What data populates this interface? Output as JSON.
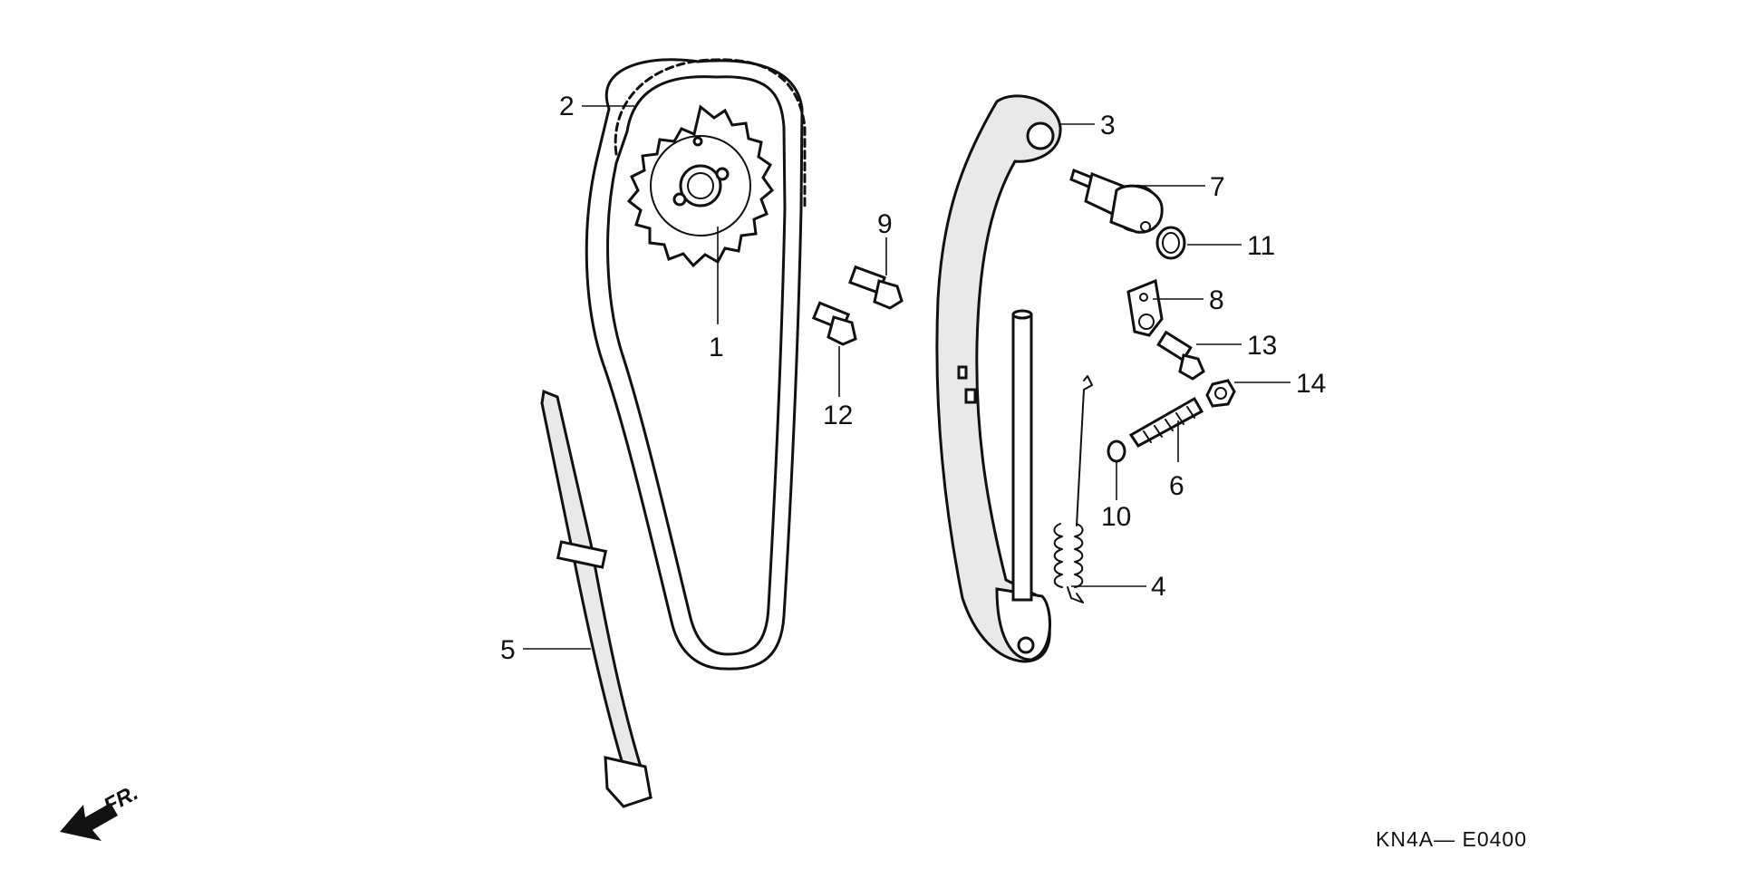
{
  "diagram": {
    "callouts": [
      {
        "id": "1",
        "label": "1"
      },
      {
        "id": "2",
        "label": "2"
      },
      {
        "id": "3",
        "label": "3"
      },
      {
        "id": "4",
        "label": "4"
      },
      {
        "id": "5",
        "label": "5"
      },
      {
        "id": "6",
        "label": "6"
      },
      {
        "id": "7",
        "label": "7"
      },
      {
        "id": "8",
        "label": "8"
      },
      {
        "id": "9",
        "label": "9"
      },
      {
        "id": "10",
        "label": "10"
      },
      {
        "id": "11",
        "label": "11"
      },
      {
        "id": "12",
        "label": "12"
      },
      {
        "id": "13",
        "label": "13"
      },
      {
        "id": "14",
        "label": "14"
      }
    ],
    "direction_label": "FR.",
    "drawing_code": "KN4A— E0400",
    "ink_color": "#111111",
    "background_color": "#ffffff"
  }
}
